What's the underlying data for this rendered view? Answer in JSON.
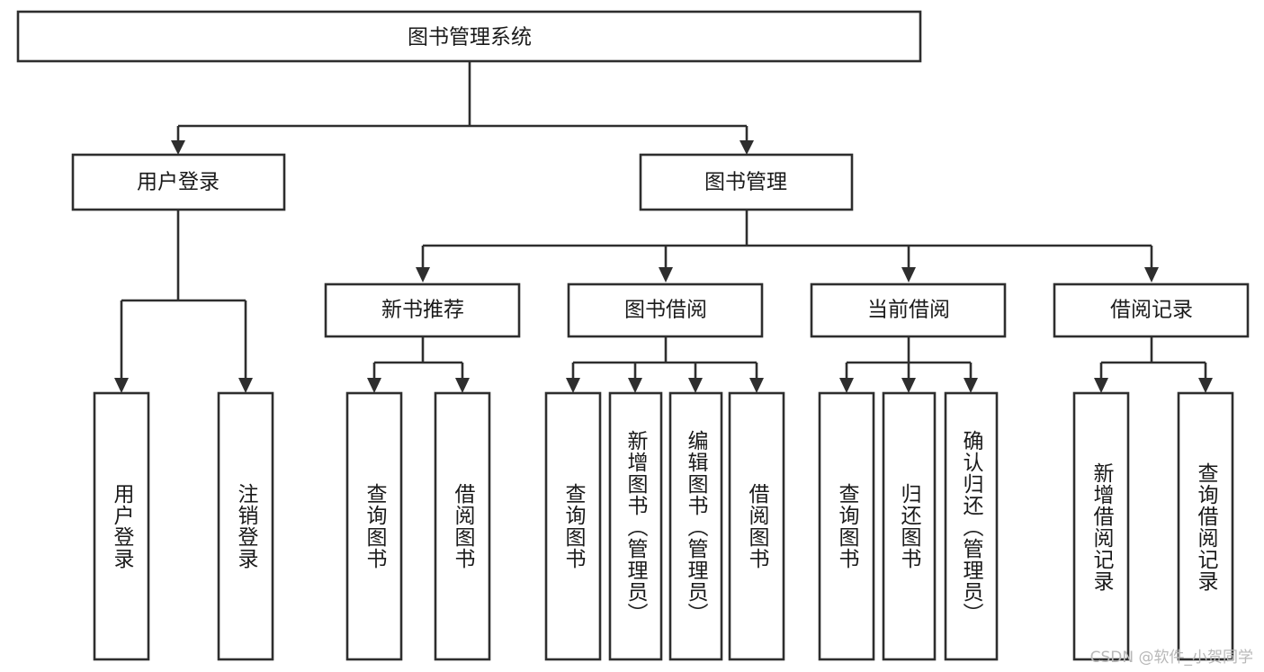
{
  "diagram": {
    "type": "tree",
    "title": "图书管理系统",
    "watermark": "CSDN @软件_小贺同学",
    "colors": {
      "stroke": "#2e2e2e",
      "fill": "#ffffff",
      "text": "#1a1a1a",
      "watermark": "#b8b8b8"
    },
    "root": {
      "label": "图书管理系统"
    },
    "level2": [
      {
        "label": "用户登录"
      },
      {
        "label": "图书管理"
      }
    ],
    "level3": [
      {
        "label": "新书推荐"
      },
      {
        "label": "图书借阅"
      },
      {
        "label": "当前借阅"
      },
      {
        "label": "借阅记录"
      }
    ],
    "leaves": {
      "user_login": [
        {
          "label": "用户登录"
        },
        {
          "label": "注销登录"
        }
      ],
      "new_book": [
        {
          "label": "查询图书"
        },
        {
          "label": "借阅图书"
        }
      ],
      "book_borrow": [
        {
          "label": "查询图书"
        },
        {
          "label": "新增图书（管理员）"
        },
        {
          "label": "编辑图书（管理员）"
        },
        {
          "label": "借阅图书"
        }
      ],
      "current_borrow": [
        {
          "label": "查询图书"
        },
        {
          "label": "归还图书"
        },
        {
          "label": "确认归还（管理员）"
        }
      ],
      "borrow_record": [
        {
          "label": "新增借阅记录"
        },
        {
          "label": "查询借阅记录"
        }
      ]
    }
  }
}
